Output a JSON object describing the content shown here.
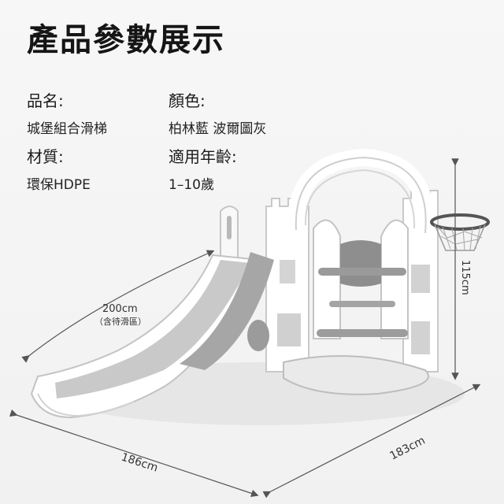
{
  "title": "產品參數展示",
  "specs": {
    "name": {
      "label": "品名:",
      "value": "城堡組合滑梯"
    },
    "color": {
      "label": "顏色:",
      "value": "柏林藍 波爾圖灰"
    },
    "material": {
      "label": "材質:",
      "value": "環保HDPE"
    },
    "age": {
      "label": "適用年齡:",
      "value": "1–10歲"
    }
  },
  "dimensions": {
    "slide_length": "200cm",
    "slide_note": "（含待滑區）",
    "height": "115cm",
    "width": "186cm",
    "depth": "183cm"
  }
}
